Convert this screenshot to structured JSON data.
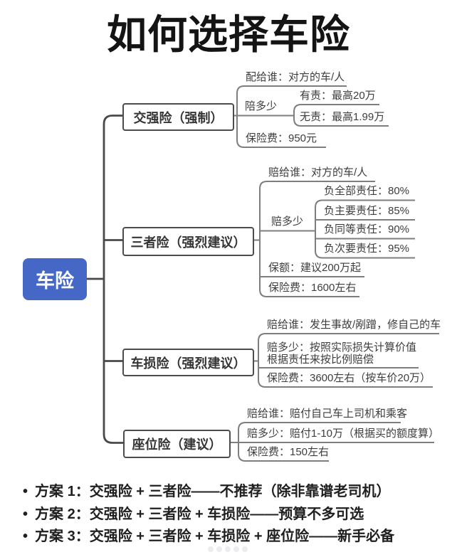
{
  "title": "如何选择车险",
  "colors": {
    "root_bg": "#4568c6",
    "root_text": "#ffffff",
    "line": "#7e7e7e",
    "trunk": "#494949",
    "box_border": "#4c4c4c",
    "node_text": "#3d3d3d",
    "dot": "#ebebf0"
  },
  "root": {
    "label": "车险"
  },
  "branches": [
    {
      "label": "交强险（强制）",
      "children": {
        "who": "配给谁：对方的车/人",
        "howmuch": "陪多少",
        "liable": "有责：最高20万",
        "not_liable": "无责：最高1.99万",
        "premium": "保险费：950元"
      }
    },
    {
      "label": "三者险（强烈建议）",
      "children": {
        "who": "赔给谁：对方的车/人",
        "howmuch": "赔多少",
        "full_resp": "负全部责任：80%",
        "major_resp": "负主要责任：85%",
        "equal_resp": "负同等责任：90%",
        "minor_resp": "负次要责任：95%",
        "coverage": "保额：建议200万起",
        "premium": "保险费：1600左右"
      }
    },
    {
      "label": "车损险（强烈建议）",
      "children": {
        "who": "赔给谁：发生事故/剐蹭，修自己的车",
        "howmuch": "赔多少：按照实际损失计算价值\n根据责任来按比例赔偿",
        "premium": "保险费：3600左右（按车价20万）"
      }
    },
    {
      "label": "座位险（建议）",
      "children": {
        "who": "赔给谁：赔付自己车上司机和乘客",
        "howmuch": "赔多少：赔付1-10万（根据买的额度算）",
        "premium": "保险费：150左右"
      }
    }
  ],
  "plans": [
    "方案 1：交强险 + 三者险——不推荐（除非靠谱老司机）",
    "方案 2：交强险 + 三者险 + 车损险——预算不多可选",
    "方案 3：交强险 + 三者险 + 车损险 + 座位险——新手必备"
  ]
}
